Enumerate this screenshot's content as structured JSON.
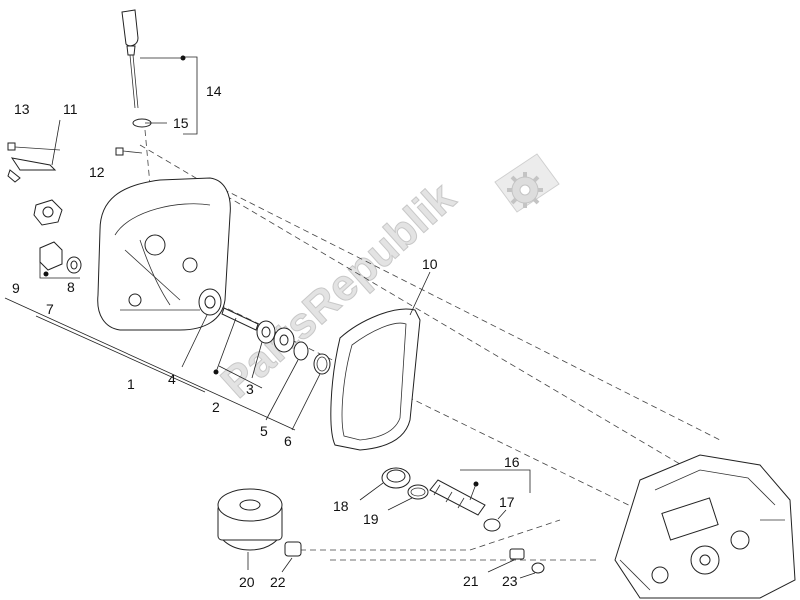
{
  "watermark": {
    "text": "PartsRepublik",
    "icon": "gear-logo-icon",
    "color": "#d6d6d6"
  },
  "callouts": {
    "c1": "1",
    "c2": "2",
    "c3": "3",
    "c4": "4",
    "c5": "5",
    "c6": "6",
    "c7": "7",
    "c8": "8",
    "c9": "9",
    "c10": "10",
    "c11": "11",
    "c12": "12",
    "c13": "13",
    "c14": "14",
    "c15": "15",
    "c16": "16",
    "c17": "17",
    "c18": "18",
    "c19": "19",
    "c20": "20",
    "c21": "21",
    "c22": "22",
    "c23": "23"
  }
}
